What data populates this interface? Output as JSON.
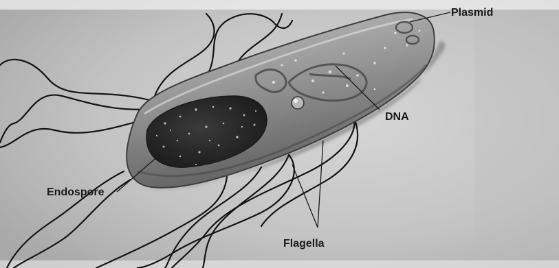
{
  "labels": {
    "plasmid": "Plasmid",
    "dna": "DNA",
    "endospore": "Endospore",
    "flagella": "Flagella"
  },
  "colors": {
    "background": "#c9c9c9",
    "cell_body": "#8f8f8f",
    "endospore": "#2e2e2e",
    "flagella": "#141414"
  }
}
